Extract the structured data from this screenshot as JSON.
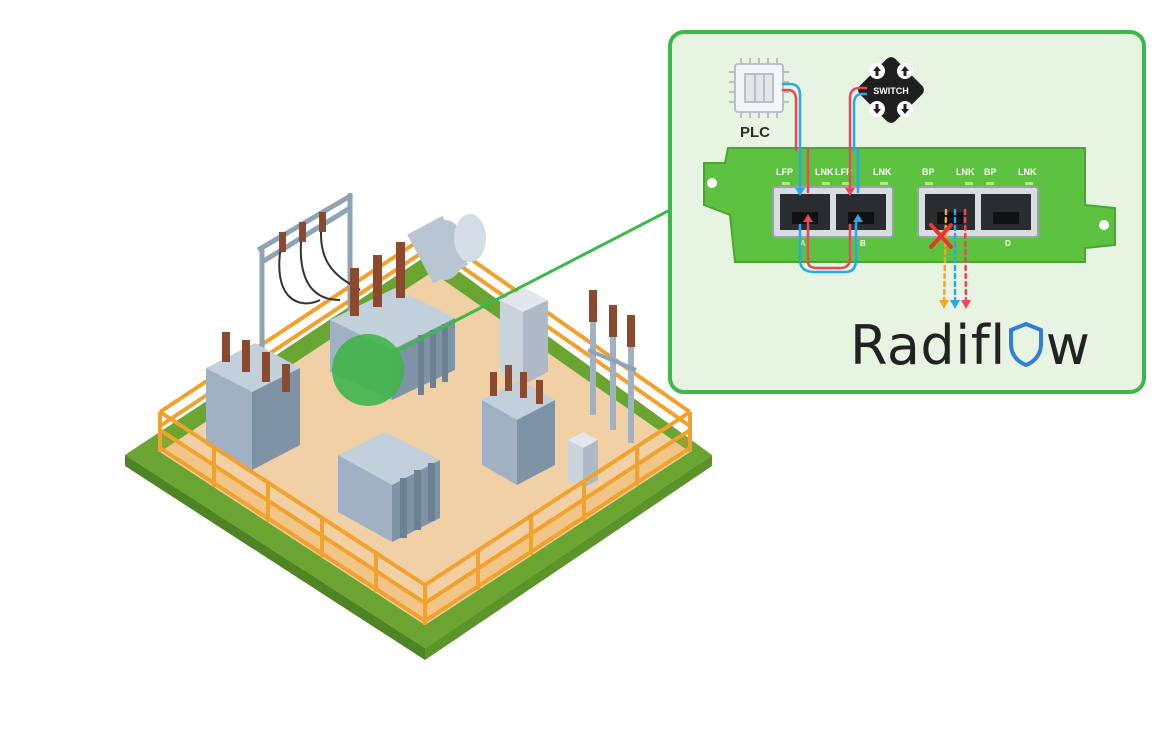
{
  "callout": {
    "plc_label": "PLC",
    "switch_label": "SWITCH",
    "ports": {
      "p1": "LFP",
      "p1_link": "LNK",
      "p2": "LFP",
      "p2_link": "LNK",
      "p3": "BP",
      "p3_link": "LNK",
      "p4": "BP",
      "p4_link": "LNK",
      "a": "A",
      "b": "B",
      "d": "D"
    },
    "brand_pre": "Radifl",
    "brand_post": "w"
  },
  "colors": {
    "accent_green": "#3db84a",
    "callout_bg": "#e7f4e2",
    "card_green": "#5dc23f",
    "line_red": "#e8485a",
    "line_blue": "#2aa7e8",
    "line_orange": "#f5a623",
    "fence": "#f2a22c",
    "ground": "#6aa532",
    "equipment": "#9fb1c2"
  }
}
